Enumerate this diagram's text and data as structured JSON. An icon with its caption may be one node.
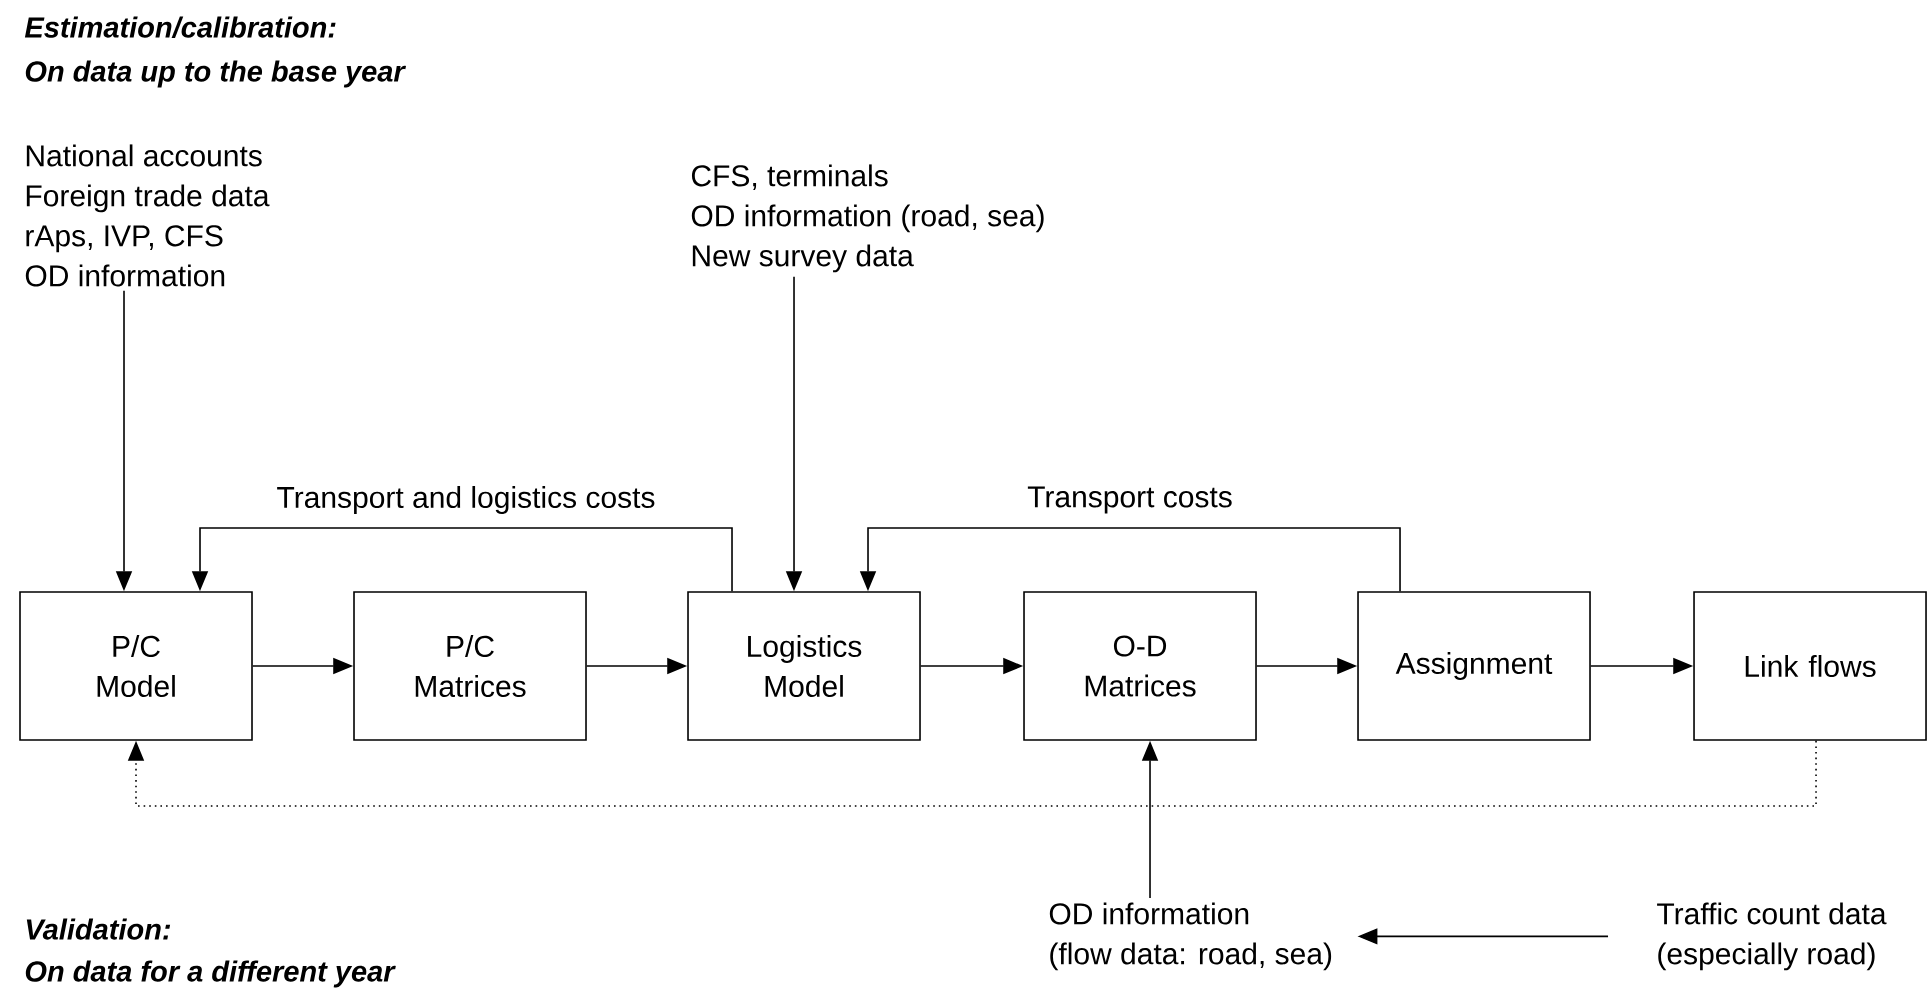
{
  "diagram": {
    "nodes": [
      {
        "text": [
          "P/C Model"
        ]
      },
      {
        "text": [
          "P/C Matrices"
        ]
      },
      {
        "text": [
          "Logistics Model"
        ]
      },
      {
        "text": [
          "O-D Matrices"
        ]
      },
      {
        "text": [
          "Assignment"
        ]
      },
      {
        "text": [
          "Link flows"
        ]
      },
      {
        "text": [
          "National accounts",
          "Foreign trade data",
          "rAps,  IVP, CFS",
          "OD information"
        ]
      },
      {
        "text": [
          "CFS, terminals",
          "OD information (road, sea)",
          "New survey data"
        ]
      },
      {
        "text": [
          "OD information",
          "(flow data: road, sea)"
        ]
      },
      {
        "text": [
          "Traffic count data",
          "(especially road)"
        ]
      }
    ],
    "edges": [
      {
        "from": 6,
        "to": 0,
        "arrow": "to"
      },
      {
        "from": 0,
        "to": 1,
        "arrow": "to"
      },
      {
        "from": 1,
        "to": 2,
        "arrow": "to"
      },
      {
        "from": 2,
        "to": 3,
        "arrow": "to"
      },
      {
        "from": 3,
        "to": 4,
        "arrow": "to"
      },
      {
        "from": 4,
        "to": 5,
        "arrow": "to"
      },
      {
        "from": 2,
        "to": 0,
        "arrow": "to",
        "label": "Transport and logistics costs"
      },
      {
        "from": 7,
        "to": 2,
        "arrow": "to"
      },
      {
        "from": 4,
        "to": 2,
        "arrow": "to",
        "label": "Transport costs"
      },
      {
        "from": 8,
        "to": 3,
        "arrow": "to"
      },
      {
        "from": 9,
        "to": 8,
        "arrow": "to"
      },
      {
        "from": 5,
        "to": 0,
        "arrow": "to",
        "style": "dashed"
      }
    ],
    "labels": [
      "Estimation/calibration:",
      "On data up to the base year",
      "Validation:",
      "On data for a different year"
    ]
  }
}
